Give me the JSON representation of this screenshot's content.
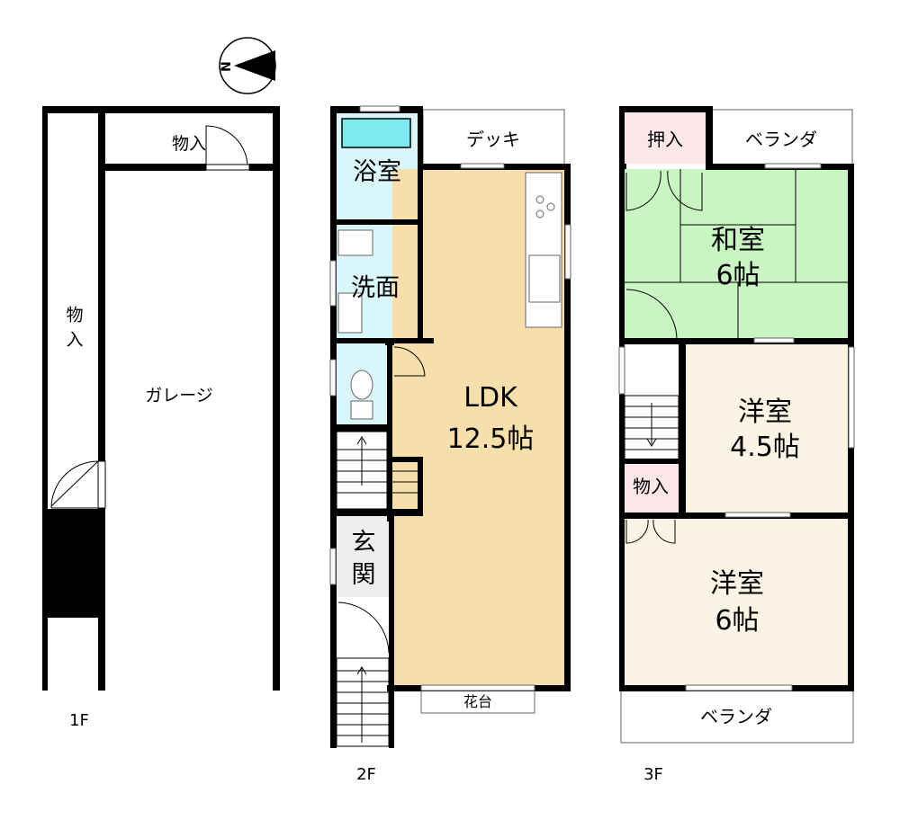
{
  "colors": {
    "wall": "#000000",
    "bath": "#d9f6fb",
    "tub": "#7fe9f1",
    "ldk": "#f6dfaa",
    "washitsu": "#c8f5c1",
    "yoshitsu": "#fbf3e3",
    "storage": "#fbe6e9",
    "genkan": "#eeeeee"
  },
  "compass": {
    "label": "N"
  },
  "floors": {
    "f1": {
      "name": "1F",
      "rooms": {
        "storage_top": "物入",
        "storage_left": "物入",
        "garage": "ガレージ"
      }
    },
    "f2": {
      "name": "2F",
      "rooms": {
        "deck": "デッキ",
        "bath": "浴室",
        "washroom": "洗面",
        "ldk_name": "LDK",
        "ldk_size": "12.5帖",
        "genkan": "玄関",
        "flower_stand": "花台"
      }
    },
    "f3": {
      "name": "3F",
      "rooms": {
        "closet": "押入",
        "veranda_top": "ベランダ",
        "washitsu_name": "和室",
        "washitsu_size": "6帖",
        "yoshitsu1_name": "洋室",
        "yoshitsu1_size": "4.5帖",
        "storage": "物入",
        "yoshitsu2_name": "洋室",
        "yoshitsu2_size": "6帖",
        "veranda_bottom": "ベランダ"
      }
    }
  }
}
